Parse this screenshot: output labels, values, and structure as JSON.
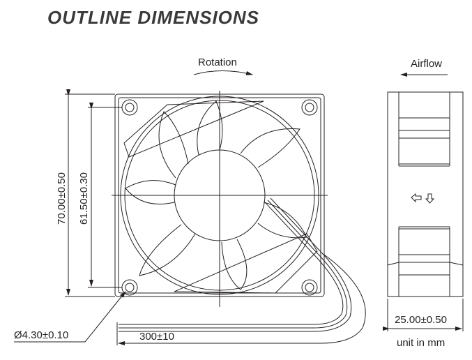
{
  "title": "OUTLINE DIMENSIONS",
  "front_view": {
    "rotation_label": "Rotation",
    "outer_dimension": "70.00±0.50",
    "hole_pitch": "61.50±0.30",
    "hole_diameter": "Ø4.30±0.10",
    "lead_length": "300±10"
  },
  "side_view": {
    "airflow_label": "Airflow",
    "thickness": "25.00±0.50"
  },
  "unit_note": "unit in mm"
}
